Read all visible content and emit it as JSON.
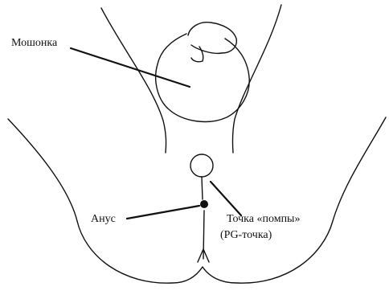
{
  "labels": {
    "scrotum": "Мошонка",
    "anus": "Анус",
    "pump_point": "Точка «помпы»",
    "pg_point": "(PG-точка)"
  },
  "colors": {
    "ink": "#111111",
    "background": "#ffffff"
  }
}
